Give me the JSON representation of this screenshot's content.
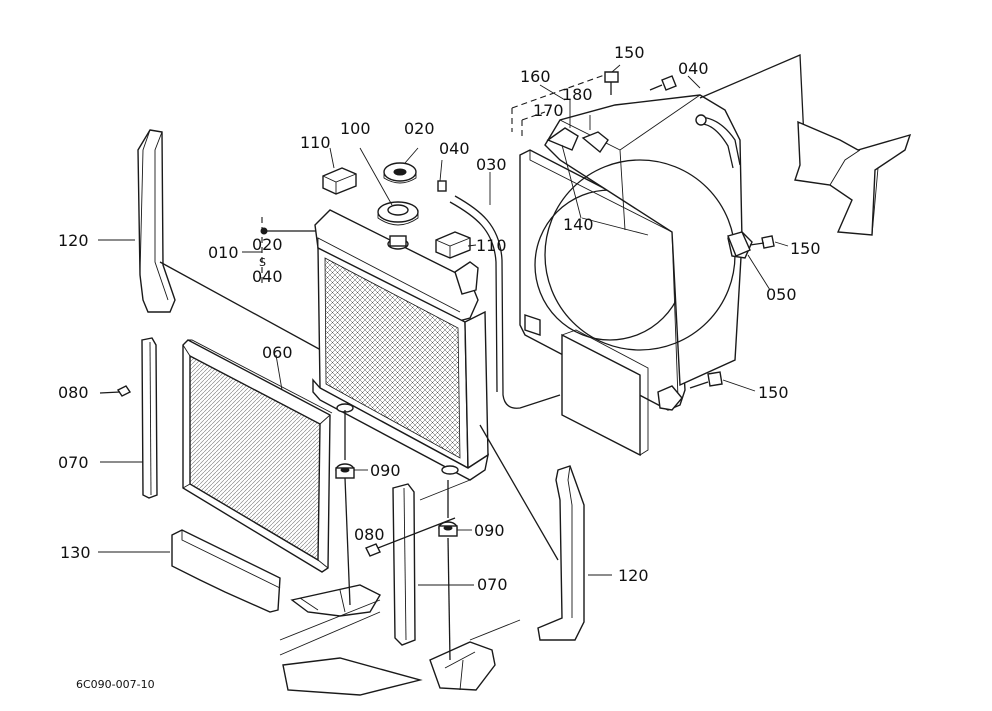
{
  "drawing_number": "6C090-007-10",
  "callouts": {
    "c010": "010",
    "c020": "020",
    "c020b": "020",
    "c030": "030",
    "c040a": "040",
    "c040b": "040",
    "c040c": "040",
    "c050": "050",
    "c060": "060",
    "c070a": "070",
    "c070b": "070",
    "c080a": "080",
    "c080b": "080",
    "c090a": "090",
    "c090b": "090",
    "c100": "100",
    "c110a": "110",
    "c110b": "110",
    "c120a": "120",
    "c120b": "120",
    "c130": "130",
    "c140": "140",
    "c150a": "150",
    "c150b": "150",
    "c150c": "150",
    "c160": "160",
    "c170": "170",
    "c180": "180",
    "range_sep": "S"
  }
}
